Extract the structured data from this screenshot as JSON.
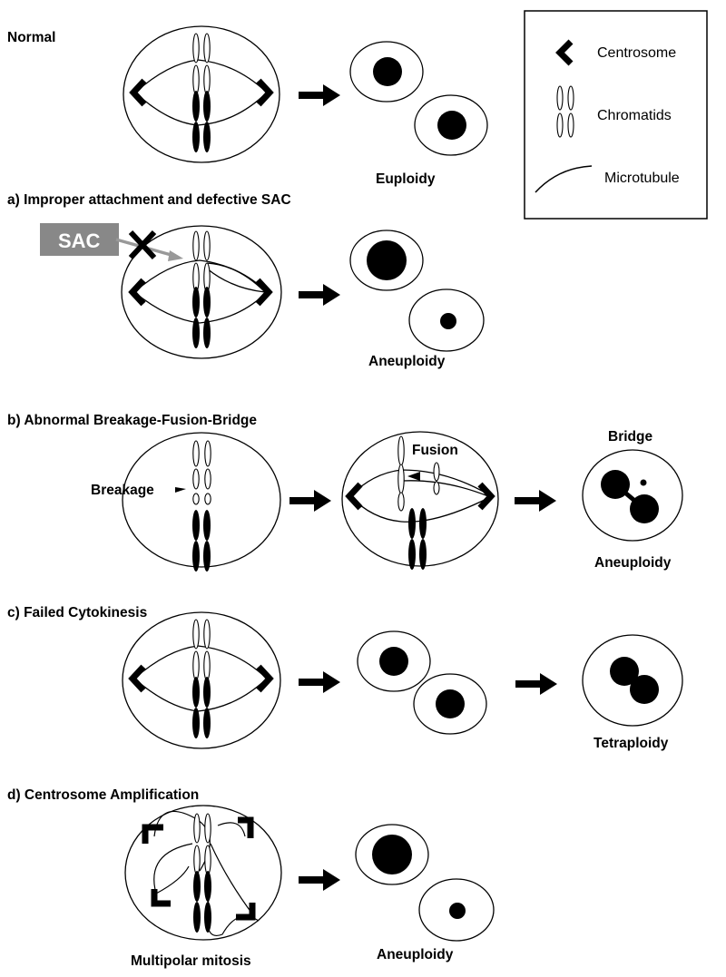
{
  "legend": {
    "centrosome": "Centrosome",
    "chromatids": "Chromatids",
    "microtubule": "Microtubule"
  },
  "normal": {
    "title": "Normal",
    "result": "Euploidy"
  },
  "panel_a": {
    "title": "a) Improper attachment and defective SAC",
    "sac_label": "SAC",
    "result": "Aneuploidy"
  },
  "panel_b": {
    "title": "b) Abnormal Breakage-Fusion-Bridge",
    "breakage_label": "Breakage",
    "fusion_label": "Fusion",
    "bridge_label": "Bridge",
    "result": "Aneuploidy"
  },
  "panel_c": {
    "title": "c) Failed Cytokinesis",
    "result": "Tetraploidy"
  },
  "panel_d": {
    "title": "d) Centrosome Amplification",
    "cell_label": "Multipolar mitosis",
    "result": "Aneuploidy"
  },
  "colors": {
    "ink": "#000000",
    "sac_box": "#888888",
    "sac_arrow": "#999999",
    "background": "#ffffff"
  }
}
